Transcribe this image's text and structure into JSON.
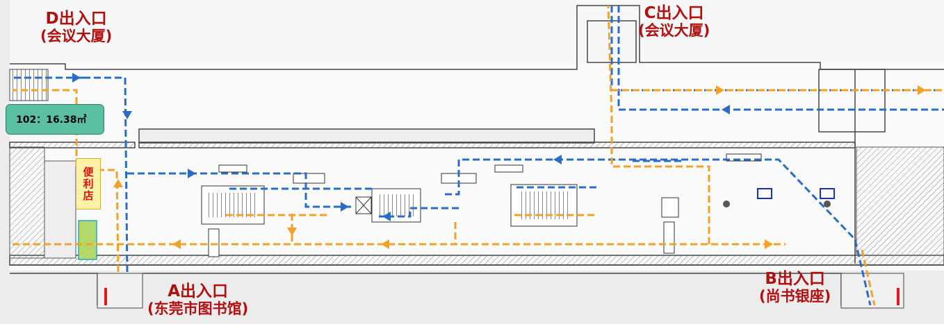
{
  "exits": {
    "d": {
      "name": "D出入口",
      "sub": "(会议大厦)"
    },
    "c": {
      "name": "C出入口",
      "sub": "(会议大厦)"
    },
    "a": {
      "name": "A出入口",
      "sub": "(东莞市图书馆)"
    },
    "b": {
      "name": "B出入口",
      "sub": "(尚书银座)"
    }
  },
  "shop": {
    "callout": "102：16.38㎡",
    "label": "便利店"
  },
  "colors": {
    "exit_label": "#b01010",
    "inbound_route": "#2b6cc4",
    "outbound_route": "#f2a12b",
    "callout_fill": "#5bc0a2",
    "shop_fill": "#fff2a6",
    "shop_text": "#e01010"
  },
  "icons": [
    "escalator-icon",
    "elevator-icon",
    "ticket-machine-icon",
    "info-board-icon",
    "fare-gate-icon"
  ]
}
